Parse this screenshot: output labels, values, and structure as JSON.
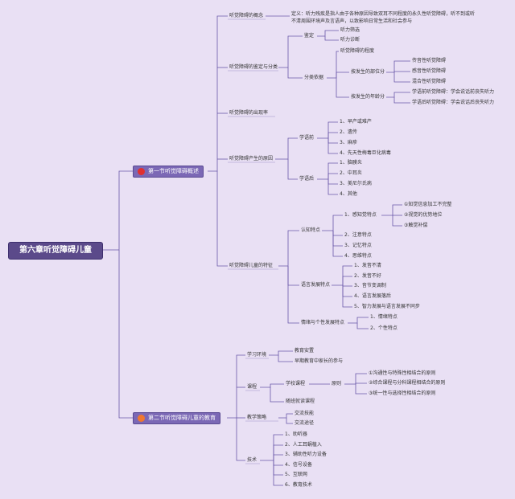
{
  "root": "第六章听觉障碍儿童",
  "sec1": {
    "label": "第一节听觉障碍概述",
    "concept": "听觉障碍的概念",
    "definition": "定义：听力残疾是指人由于各种原因导致双耳不同程度的永久性听觉障碍，听不到或听不清周围环境声及言语声，以致影响日常生活和社会参与",
    "identify": "听觉障碍的鉴定与分类",
    "judge": "鉴定",
    "screen": "听力筛选",
    "diagnose": "听力诊断",
    "basis": "分类依据",
    "degree": "听觉障碍的程度",
    "site": "按发生的部位分",
    "conductive": "传音性听觉障碍",
    "sensorineural": "感音性听觉障碍",
    "mixed": "混合性听觉障碍",
    "age": "按发生的年龄分",
    "prelingual": "学语前听觉障碍：学会说话前丧失听力",
    "postlingual": "学语后听觉障碍：学会说话后丧失听力",
    "rate": "听觉障碍的出现率",
    "causes": "听觉障碍产生的原因",
    "before": "学语前",
    "b1": "1、早产或难产",
    "b2": "2、遗传",
    "b3": "3、麻疹",
    "b4": "4、先天性梅毒巨化病毒",
    "after": "学语后",
    "a1": "1、脑膜炎",
    "a2": "2、中耳炎",
    "a3": "3、美尼尔氏病",
    "a4": "4、其他",
    "traits": "听觉障碍儿童的特征",
    "cognition": "认知特点",
    "perception": "1、感知觉特点",
    "p1": "①知觉信息加工不完整",
    "p2": "②视觉的优势地位",
    "p3": "③触觉补偿",
    "c2": "2、注意特点",
    "c3": "3、记忆特点",
    "c4": "4、思维特点",
    "language": "语言发展特点",
    "l1": "1、发音不清",
    "l2": "2、发音不好",
    "l3": "3、音节变调制",
    "l4": "4、语言发展落后",
    "l5": "5、智力发展与语言发展不同步",
    "emotion": "情绪与个性发展特点",
    "e1": "1、情绪特点",
    "e2": "2、个性特点"
  },
  "sec2": {
    "label": "第二节听觉障碍儿童的教育",
    "env": "学习环境",
    "env1": "教育安置",
    "env2": "早期教育中家长的参与",
    "course": "课程",
    "school": "学校课程",
    "principle": "原则",
    "pr1": "①沟通性与特殊性相结合的原则",
    "pr2": "②综合课程与分科课程相结合的原则",
    "pr3": "③统一性与选择性相结合的原则",
    "follow": "随班就读课程",
    "strategy": "教学策略",
    "s1": "交流技能",
    "s2": "交流途径",
    "tech": "技术",
    "t1": "1、助听器",
    "t2": "2、人工耳蜗植入",
    "t3": "3、辅助性听力设备",
    "t4": "4、信号设备",
    "t5": "5、互联网",
    "t6": "6、教育技术"
  }
}
